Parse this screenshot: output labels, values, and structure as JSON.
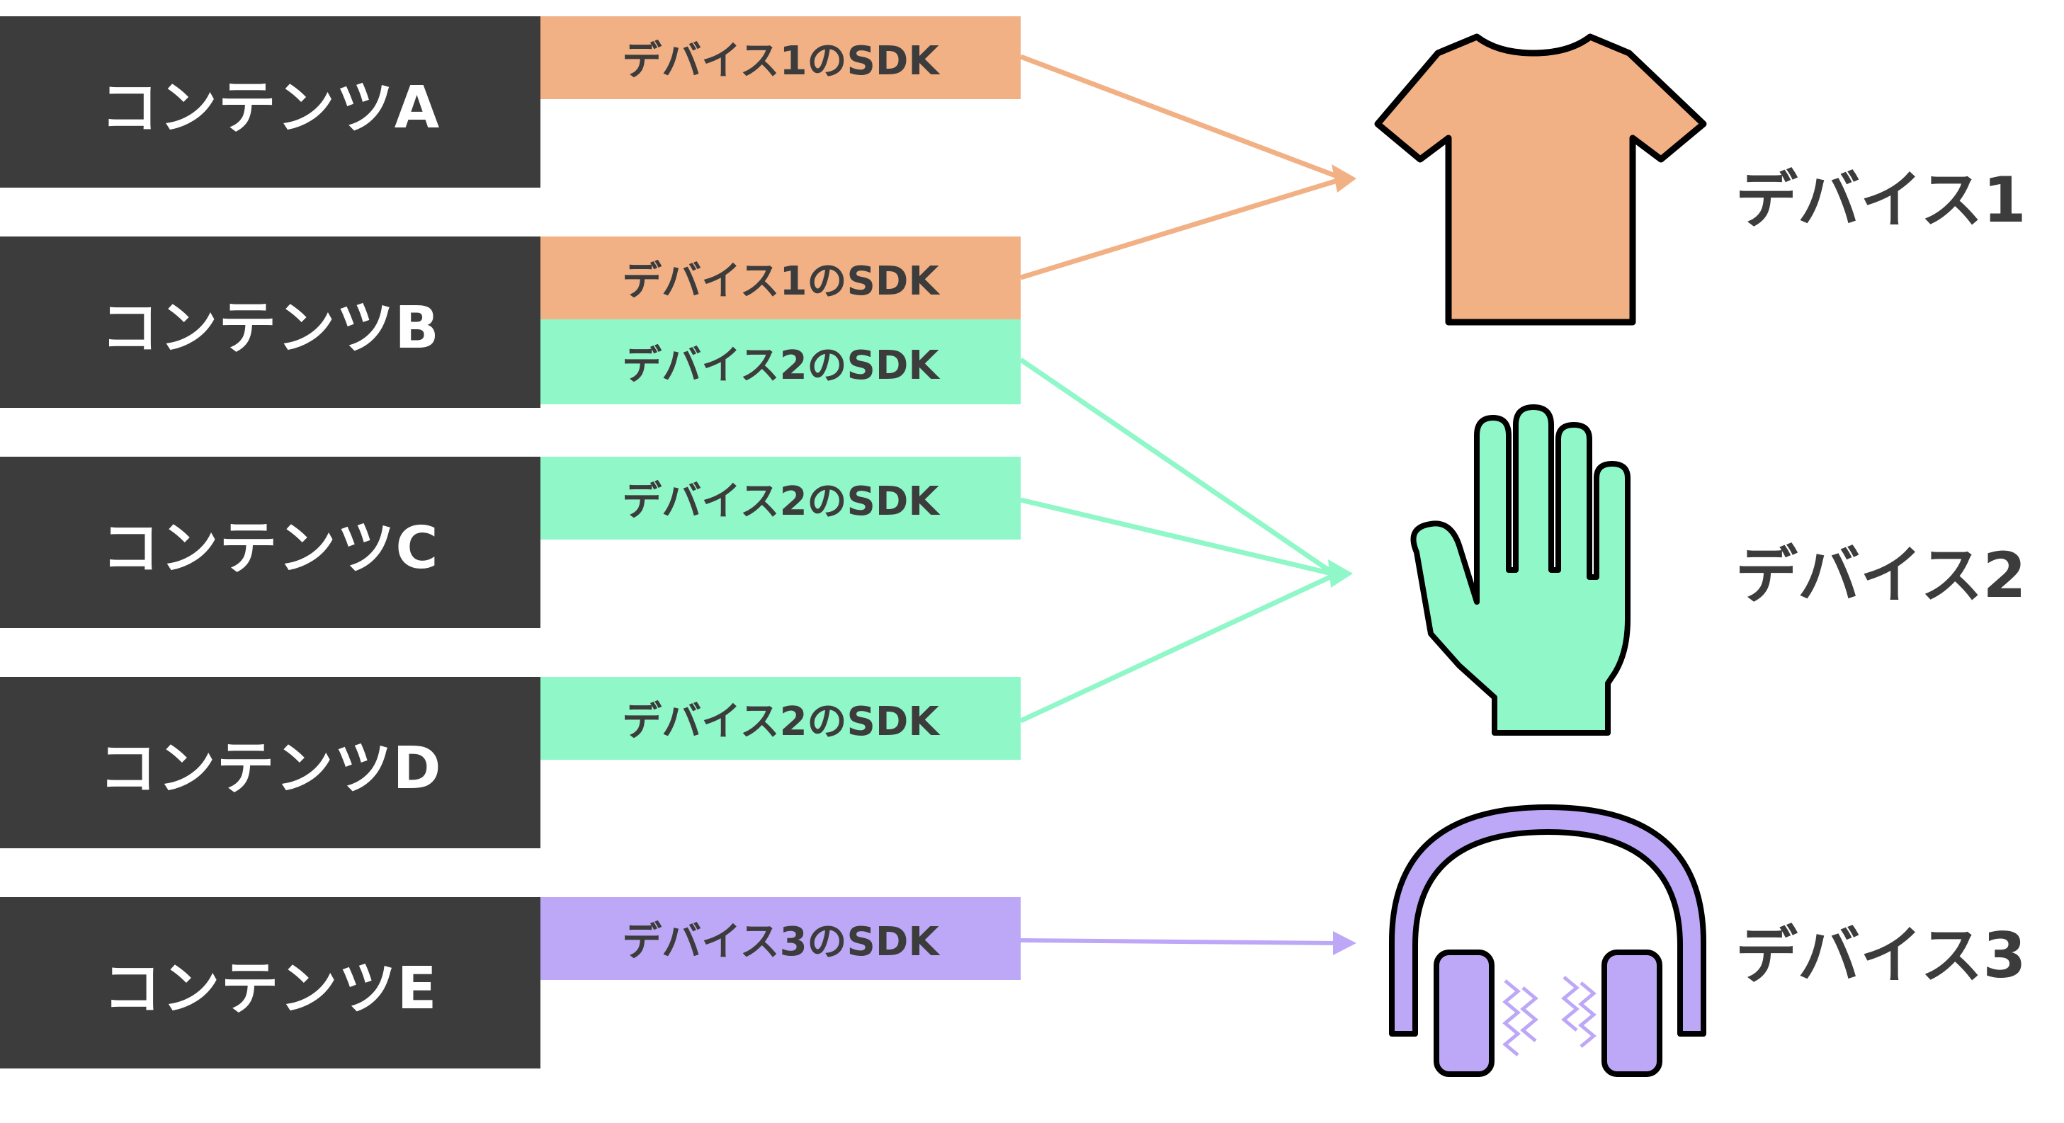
{
  "colors": {
    "dark": "#3c3c3c",
    "device1": "#f2b185",
    "device2": "#8ff7c8",
    "device3": "#bda8f7"
  },
  "contents": [
    {
      "label": "コンテンツA"
    },
    {
      "label": "コンテンツB"
    },
    {
      "label": "コンテンツC"
    },
    {
      "label": "コンテンツD"
    },
    {
      "label": "コンテンツE"
    }
  ],
  "sdks": [
    {
      "label": "デバイス1のSDK",
      "content": "コンテンツA",
      "device": "デバイス1"
    },
    {
      "label": "デバイス1のSDK",
      "content": "コンテンツB",
      "device": "デバイス1"
    },
    {
      "label": "デバイス2のSDK",
      "content": "コンテンツB",
      "device": "デバイス2"
    },
    {
      "label": "デバイス2のSDK",
      "content": "コンテンツC",
      "device": "デバイス2"
    },
    {
      "label": "デバイス2のSDK",
      "content": "コンテンツD",
      "device": "デバイス2"
    },
    {
      "label": "デバイス3のSDK",
      "content": "コンテンツE",
      "device": "デバイス3"
    }
  ],
  "devices": [
    {
      "label": "デバイス1",
      "icon": "t-shirt-icon"
    },
    {
      "label": "デバイス2",
      "icon": "glove-icon"
    },
    {
      "label": "デバイス3",
      "icon": "headphones-icon"
    }
  ]
}
